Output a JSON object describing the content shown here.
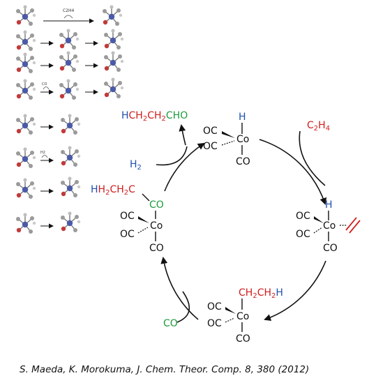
{
  "colors": {
    "black": "#111111",
    "red": "#d01c1c",
    "blue": "#1f4fb0",
    "green": "#1e9a3c",
    "atom_gray": "#9a9a9a",
    "atom_blue": "#4b5aa8",
    "atom_red": "#c23a3a"
  },
  "left_panel": {
    "top_arrow_label": "C2H4",
    "step_labels": [
      "CO",
      "H2"
    ]
  },
  "cycle": {
    "top_complex": {
      "h": "H",
      "oc1": "OC",
      "oc2": "OC",
      "co": "Co",
      "co_bottom": "CO"
    },
    "right_complex": {
      "h": "H",
      "oc1": "OC",
      "oc2": "OC",
      "co": "Co",
      "co_bottom": "CO"
    },
    "bottom_complex": {
      "chain": "CH2CH2H",
      "oc1": "OC",
      "oc2": "OC",
      "co": "Co",
      "co_bottom": "CO"
    },
    "left_complex": {
      "chain_prefix": "HH2CH2C",
      "acyl": "CO",
      "oc1": "OC",
      "oc2": "OC",
      "co": "Co",
      "co_bottom": "CO"
    },
    "reagents": {
      "ethylene": "C2H4",
      "hydrogen": "H2",
      "carbon_monoxide": "CO"
    },
    "product": {
      "prefix": "H",
      "chain": "CH2CH2",
      "aldehyde": "CHO"
    }
  },
  "caption": "S. Maeda, K. Morokuma, J. Chem. Theor. Comp. 8, 380 (2012)"
}
